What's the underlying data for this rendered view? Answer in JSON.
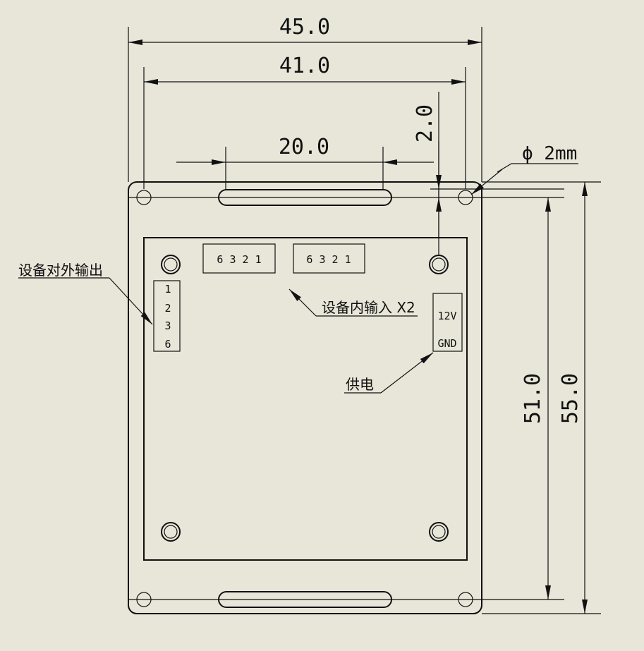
{
  "dimensions": {
    "overall_width": "45.0",
    "hole_spacing_width": "41.0",
    "slot_length": "20.0",
    "edge_offset": "2.0",
    "hole_diameter": "ϕ 2mm",
    "hole_spacing_height": "51.0",
    "overall_height": "55.0"
  },
  "labels": {
    "external_output": "设备对外输出",
    "internal_input": "设备内输入 X2",
    "power_supply": "供电"
  },
  "connectors": {
    "output_pins": [
      "1",
      "2",
      "3",
      "6"
    ],
    "input_a": "6 3 2 1",
    "input_b": "6 3 2 1",
    "power_pins": [
      "12V",
      "GND"
    ]
  }
}
